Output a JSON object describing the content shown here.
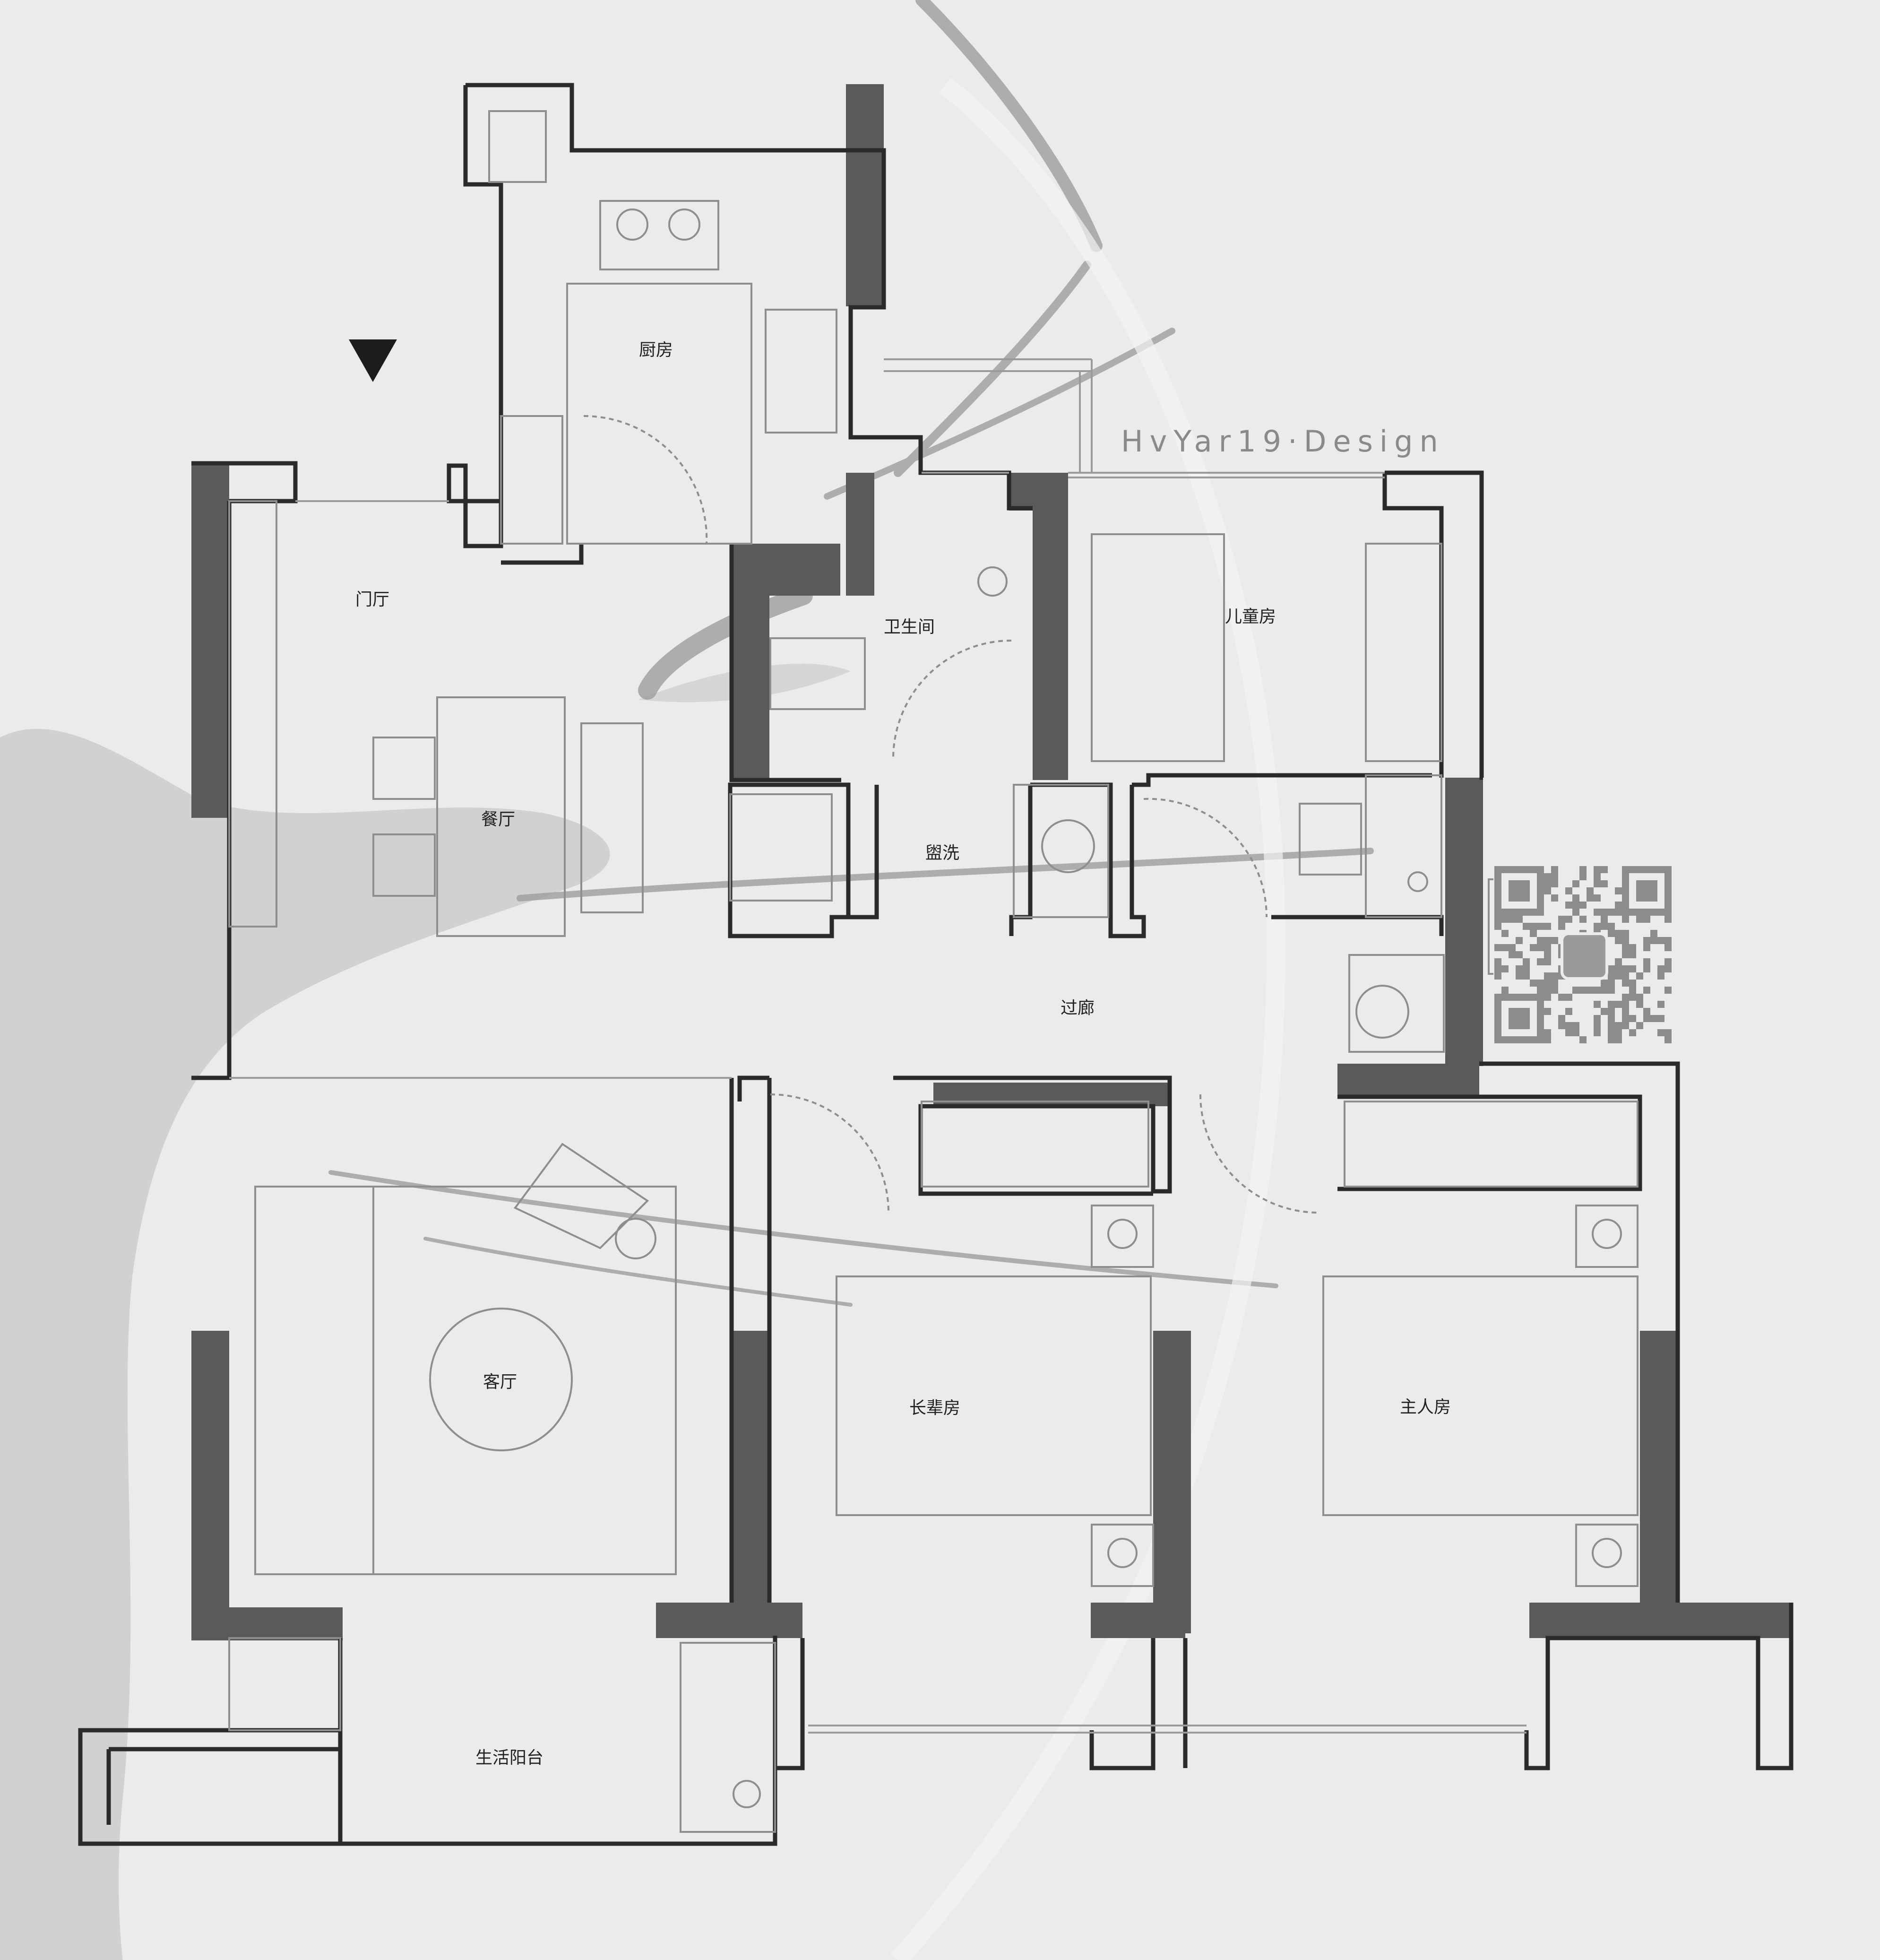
{
  "watermark": "HvYar19·Design",
  "rooms": {
    "kitchen": "厨房",
    "foyer": "门厅",
    "bathroom": "卫生间",
    "kids_room": "儿童房",
    "dining": "餐厅",
    "washroom": "盥洗",
    "corridor": "过廊",
    "living": "客厅",
    "elder_room": "长辈房",
    "master_room": "主人房",
    "balcony": "生活阳台"
  },
  "colors": {
    "wall": "#5a5a5c",
    "line": "#2a2a2a",
    "fixture": "#9a9a9a",
    "background": "#ecebea",
    "ink": "#b8b8b8"
  }
}
